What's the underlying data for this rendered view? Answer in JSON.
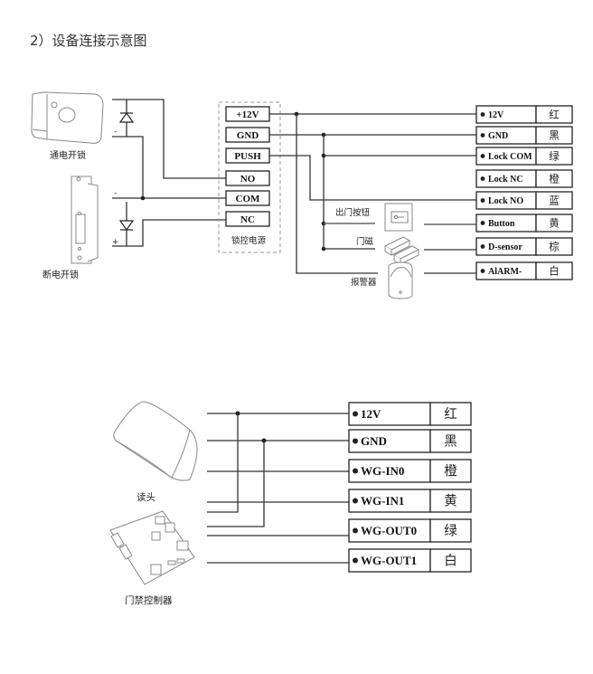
{
  "title": "2）设备连接示意图",
  "diagram1": {
    "locks": {
      "power_on_lock": "通电开锁",
      "power_off_lock": "断电开锁",
      "minus1": "-",
      "minus2": "-",
      "plus": "+"
    },
    "power_supply": {
      "caption": "锁控电源",
      "terminals": [
        "+12V",
        "GND",
        "PUSH",
        "NO",
        "COM",
        "NC"
      ]
    },
    "devices": {
      "exit_button": "出门按钮",
      "door_sensor": "门磁",
      "alarm": "报警器"
    },
    "ports": [
      {
        "label": "12V",
        "color": "红"
      },
      {
        "label": "GND",
        "color": "黑"
      },
      {
        "label": "Lock COM",
        "color": "绿"
      },
      {
        "label": "Lock NC",
        "color": "橙"
      },
      {
        "label": "Lock NO",
        "color": "蓝"
      },
      {
        "label": "Button",
        "color": "黄"
      },
      {
        "label": "D-sensor",
        "color": "棕"
      },
      {
        "label": "AlARM-",
        "color": "白"
      }
    ]
  },
  "diagram2": {
    "reader": "读头",
    "controller": "门禁控制器",
    "ports": [
      {
        "label": "12V",
        "color": "红"
      },
      {
        "label": "GND",
        "color": "黑"
      },
      {
        "label": "WG-IN0",
        "color": "橙"
      },
      {
        "label": "WG-IN1",
        "color": "黄"
      },
      {
        "label": "WG-OUT0",
        "color": "绿"
      },
      {
        "label": "WG-OUT1",
        "color": "白"
      }
    ]
  }
}
